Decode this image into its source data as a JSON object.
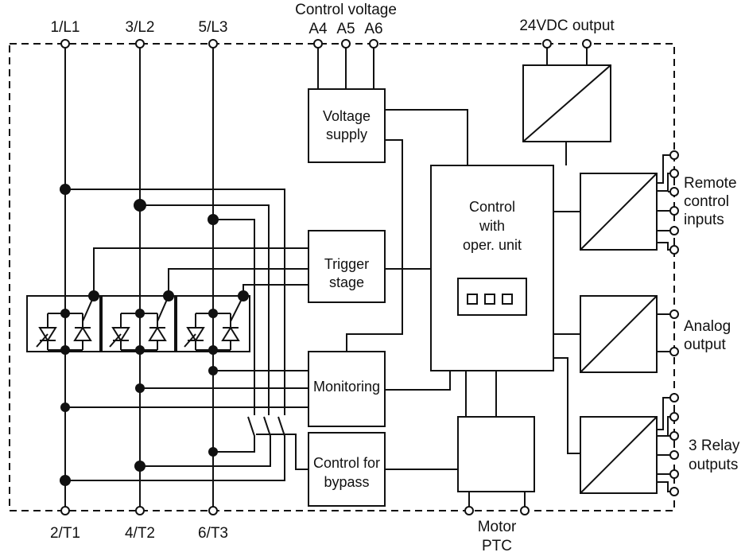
{
  "terminals": {
    "l1": "1/L1",
    "l2": "3/L2",
    "l3": "5/L3",
    "t1": "2/T1",
    "t2": "4/T2",
    "t3": "6/T3",
    "control_voltage": "Control voltage",
    "a4": "A4",
    "a5": "A5",
    "a6": "A6",
    "vdc_output": "24VDC output",
    "motor_ptc_1": "Motor",
    "motor_ptc_2": "PTC"
  },
  "blocks": {
    "voltage_supply_1": "Voltage",
    "voltage_supply_2": "supply",
    "trigger_1": "Trigger",
    "trigger_2": "stage",
    "monitoring": "Monitoring",
    "bypass_1": "Control for",
    "bypass_2": "bypass",
    "control_1": "Control",
    "control_2": "with",
    "control_3": "oper. unit"
  },
  "outputs": {
    "remote_1": "Remote",
    "remote_2": "control",
    "remote_3": "inputs",
    "analog_1": "Analog",
    "analog_2": "output",
    "relay_1": "3 Relay",
    "relay_2": "outputs"
  }
}
